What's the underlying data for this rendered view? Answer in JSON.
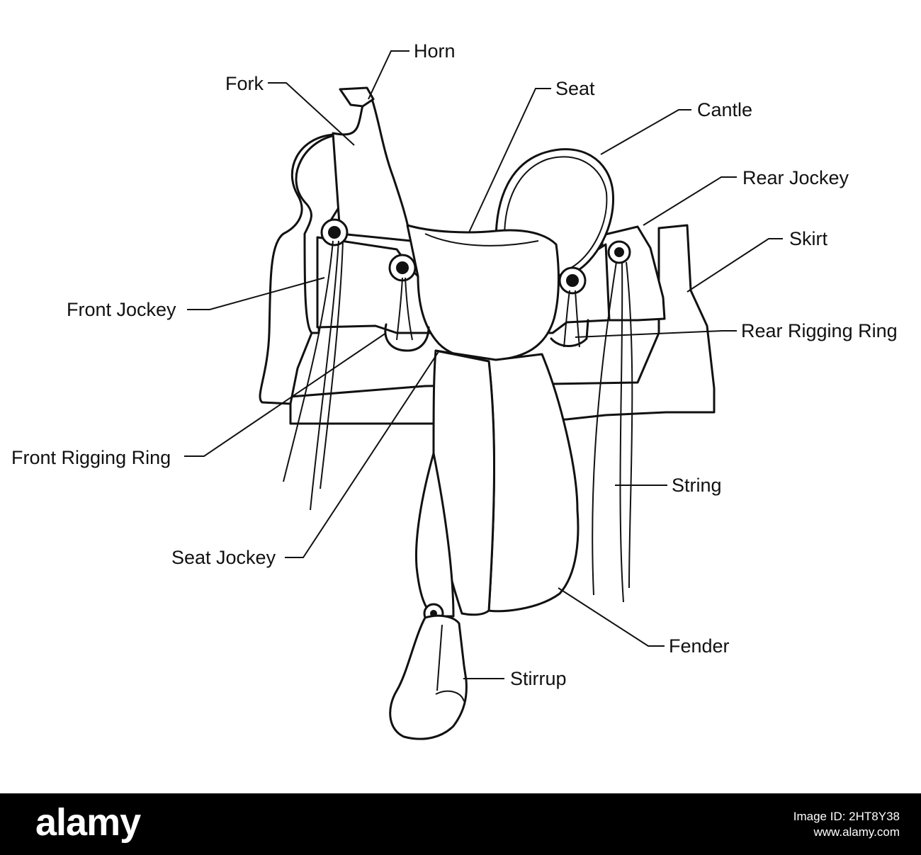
{
  "labels": {
    "horn": "Horn",
    "fork": "Fork",
    "seat": "Seat",
    "cantle": "Cantle",
    "rear_jockey": "Rear Jockey",
    "skirt": "Skirt",
    "front_jockey": "Front Jockey",
    "rear_rigging_ring": "Rear Rigging Ring",
    "front_rigging_ring": "Front Rigging Ring",
    "string": "String",
    "seat_jockey": "Seat Jockey",
    "fender": "Fender",
    "stirrup": "Stirrup"
  },
  "footer": {
    "logo": "alamy",
    "image_id_label": "Image ID: 2HT8Y38",
    "website": "www.alamy.com"
  },
  "colors": {
    "ink": "#111111",
    "paper": "#ffffff",
    "footer_bg": "#000000"
  }
}
